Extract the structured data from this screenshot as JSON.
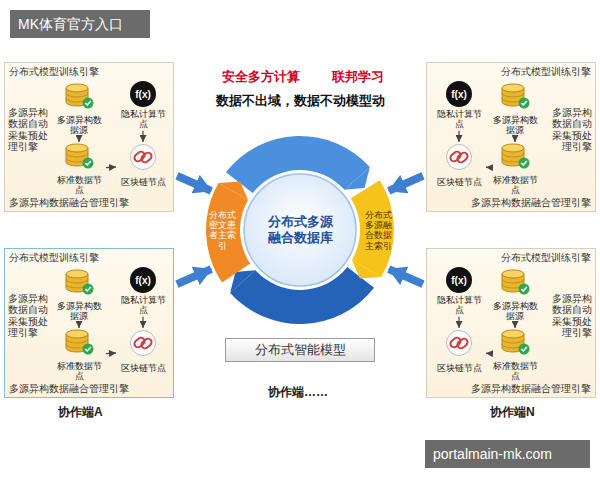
{
  "diagram": {
    "nodes": [
      {
        "text": [
          "分布式模型训练引擎",
          "多源异构数据自动采集预处理引擎",
          "多源异构数据融合管理引擎"
        ]
      },
      {
        "text": [
          "多源异构数据源"
        ],
        "in": 0
      },
      {
        "text": [
          "标准数据节点"
        ],
        "in": 0
      },
      {
        "text": [
          "f(x)",
          "隐私计算节点"
        ],
        "in": 0
      },
      {
        "text": [
          "区块链节点"
        ],
        "in": 0
      },
      {
        "text": [
          "分布式模型训练引擎",
          "多源异构数据自动采集预处理引擎",
          "多源异构数据融合管理引擎"
        ]
      },
      {
        "text": [
          "多源异构数据源"
        ],
        "in": 5
      },
      {
        "text": [
          "标准数据节点"
        ],
        "in": 5
      },
      {
        "text": [
          "f(x)",
          "隐私计算节点"
        ],
        "in": 5
      },
      {
        "text": [
          "区块链节点"
        ],
        "in": 5
      },
      {
        "text": [
          "分布式多源融合数据库"
        ]
      },
      {
        "text": [
          "分布式密文患者主索引"
        ],
        "in": 10
      },
      {
        "text": [
          "分布式多源融合数据主索引"
        ],
        "in": 10
      },
      {
        "text": [
          "分布式智能模型"
        ]
      },
      {
        "text": [
          "分布式模型训练引擎",
          "多源异构数据自动采集预处理引擎",
          "多源异构数据融合管理引擎"
        ]
      },
      {
        "text": [
          "多源异构数据源"
        ],
        "in": 14
      },
      {
        "text": [
          "标准数据节点"
        ],
        "in": 14
      },
      {
        "text": [
          "f(x)",
          "隐私计算节点"
        ],
        "in": 14
      },
      {
        "text": [
          "区块链节点"
        ],
        "in": 14
      },
      {
        "text": [
          "分布式模型训练引擎",
          "多源异构数据自动采集预处理引擎",
          "多源异构数据融合管理引擎"
        ]
      },
      {
        "text": [
          "多源异构数据源"
        ],
        "in": 19
      },
      {
        "text": [
          "标准数据节点"
        ],
        "in": 19
      },
      {
        "text": [
          "f(x)",
          "隐私计算节点"
        ],
        "in": 19
      },
      {
        "text": [
          "区块链节点"
        ],
        "in": 19
      }
    ],
    "edges": [
      {
        "from": 1,
        "to": 2,
        "arrow": "to"
      },
      {
        "from": 2,
        "to": 4,
        "arrow": "to"
      },
      {
        "from": 3,
        "to": 4,
        "arrow": "to"
      },
      {
        "from": 0,
        "to": 10,
        "arrow": "to"
      },
      {
        "from": 6,
        "to": 7,
        "arrow": "to"
      },
      {
        "from": 7,
        "to": 9,
        "arrow": "to"
      },
      {
        "from": 8,
        "to": 9,
        "arrow": "to"
      },
      {
        "from": 5,
        "to": 10,
        "arrow": "to"
      },
      {
        "from": 15,
        "to": 16,
        "arrow": "to"
      },
      {
        "from": 16,
        "to": 18,
        "arrow": "to"
      },
      {
        "from": 17,
        "to": 18,
        "arrow": "to"
      },
      {
        "from": 14,
        "to": 10,
        "arrow": "to"
      },
      {
        "from": 20,
        "to": 21,
        "arrow": "to"
      },
      {
        "from": 21,
        "to": 23,
        "arrow": "to"
      },
      {
        "from": 22,
        "to": 23,
        "arrow": "to"
      },
      {
        "from": 19,
        "to": 10,
        "arrow": "to"
      }
    ],
    "labels": [
      "MK体育官方入口",
      "安全多方计算",
      "联邦学习",
      "数据不出域，数据不动模型动",
      "协作端A",
      "协作端……",
      "协作端N",
      "portalmain-mk.com"
    ]
  }
}
